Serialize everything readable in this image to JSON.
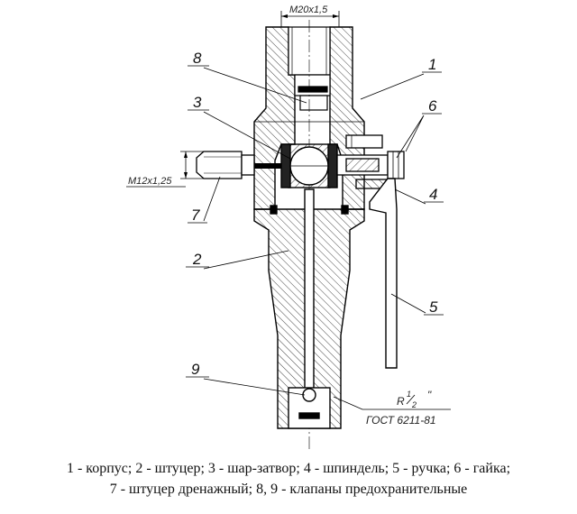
{
  "drawing": {
    "dimensions": {
      "top_thread": "М20х1,5",
      "side_thread": "M12x1,25"
    },
    "callouts": [
      "1",
      "2",
      "3",
      "4",
      "5",
      "6",
      "7",
      "8",
      "9"
    ],
    "pipe_thread": {
      "label": "R",
      "numerator": "1",
      "denominator": "2",
      "mark": "\"",
      "standard": "ГОСТ 6211-81"
    }
  },
  "caption": {
    "line1": "1 - корпус; 2 - штуцер; 3 - шар-затвор; 4 - шпиндель; 5 - ручка; 6 - гайка;",
    "line2": "7 - штуцер дренажный; 8, 9 - клапаны предохранительные"
  }
}
